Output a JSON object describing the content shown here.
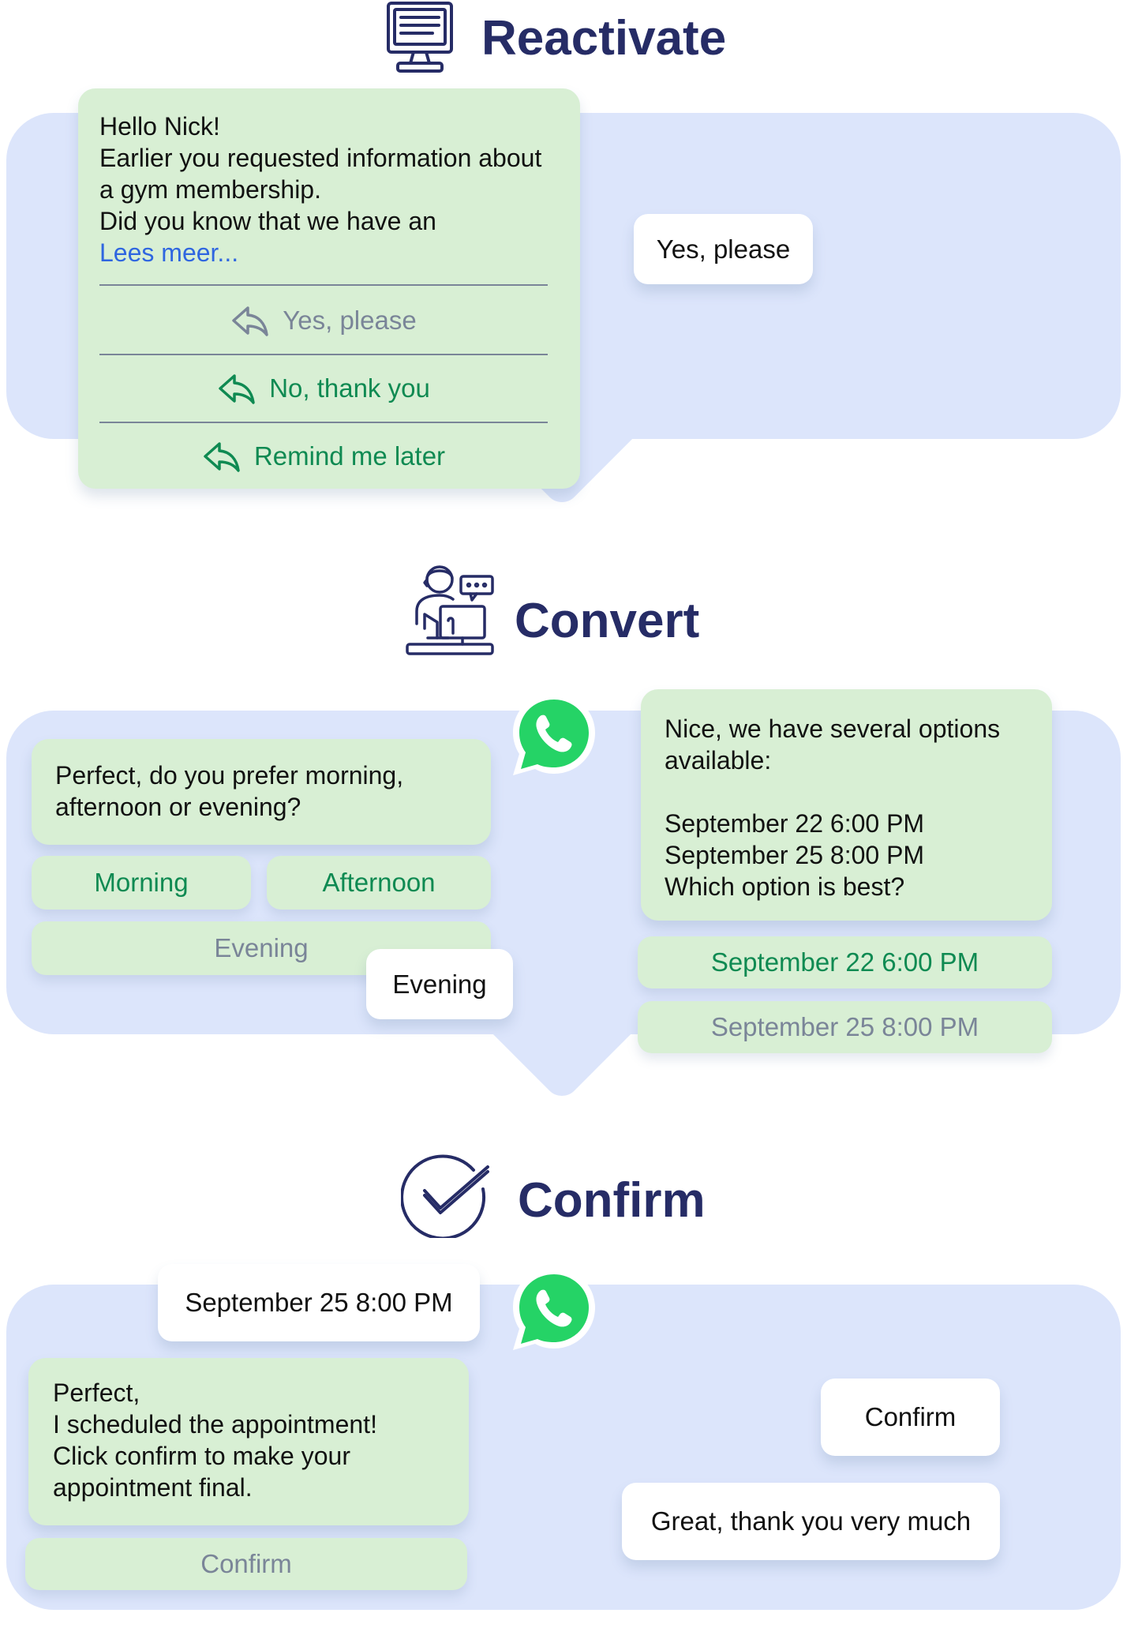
{
  "sections": {
    "reactivate": {
      "title": "Reactivate",
      "icon": "computer-terminal-icon"
    },
    "convert": {
      "title": "Convert",
      "icon": "support-agent-icon"
    },
    "confirm": {
      "title": "Confirm",
      "icon": "checkmark-circle-icon"
    }
  },
  "reactivate": {
    "message": "Hello Nick!\nEarlier you requested information about\na gym membership.\nDid you know that we have an",
    "read_more": "Lees meer...",
    "replies": [
      "Yes, please",
      "No, thank you",
      "Remind me later"
    ],
    "user_reply": "Yes, please"
  },
  "convert": {
    "question": "Perfect, do you prefer morning,\nafternoon or evening?",
    "options": [
      "Morning",
      "Afternoon",
      "Evening"
    ],
    "user_reply": "Evening",
    "offer": "Nice, we have several options\navailable:\n\nSeptember 22 6:00 PM\nSeptember 25 8:00 PM\nWhich option is best?",
    "slots": [
      "September 22 6:00 PM",
      "September 25 8:00 PM"
    ],
    "channel_icon": "whatsapp-icon"
  },
  "confirm": {
    "user_choice": "September 25 8:00 PM",
    "message": "Perfect,\nI scheduled the appointment!\nClick confirm to make your\nappointment final.",
    "confirm_button": "Confirm",
    "user_confirm": "Confirm",
    "user_thanks": "Great, thank you very much",
    "channel_icon": "whatsapp-icon"
  },
  "colors": {
    "panel": "#dce5fb",
    "bubble_green": "#d8efd4",
    "title": "#262c66",
    "action_green": "#0f8a52",
    "action_grey": "#7a8598",
    "link_blue": "#2f66e0",
    "whatsapp": "#25d366"
  }
}
